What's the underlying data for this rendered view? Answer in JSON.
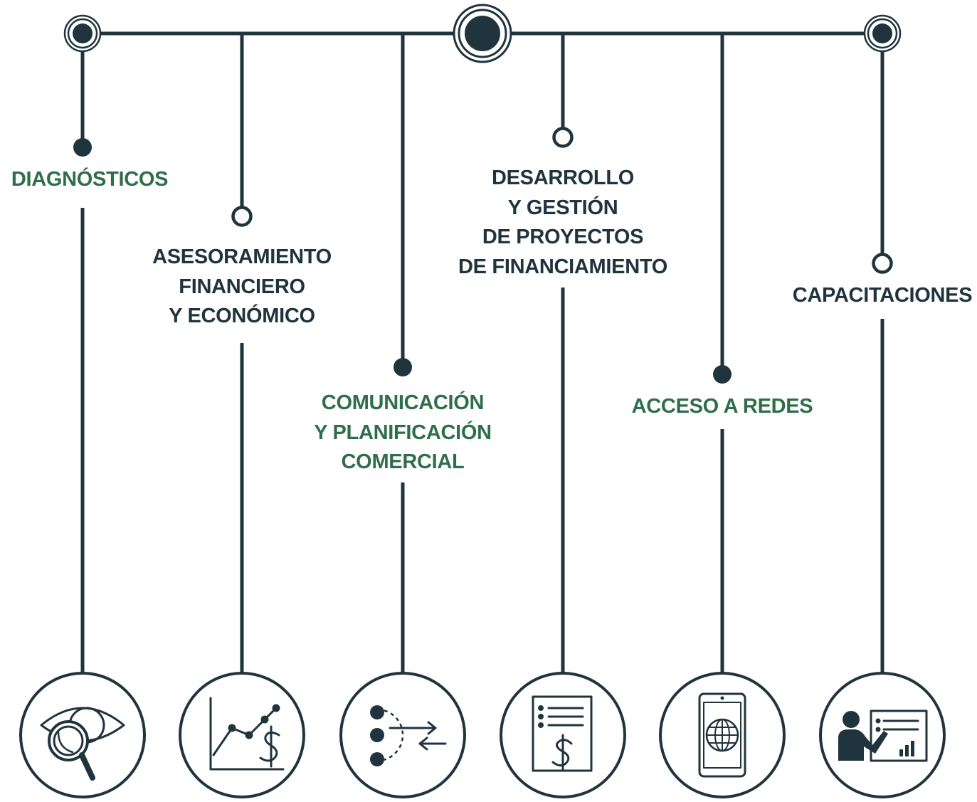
{
  "colors": {
    "line": "#20343d",
    "accent_green": "#2f6e4a",
    "background": "#ffffff"
  },
  "services": [
    {
      "id": "diagnosticos",
      "lines": [
        "DIAGNÓSTICOS"
      ],
      "color": "green",
      "node": "filled",
      "icon": "eye-magnifier-icon"
    },
    {
      "id": "asesoramiento",
      "lines": [
        "ASESORAMIENTO",
        "FINANCIERO",
        "Y ECONÓMICO"
      ],
      "color": "dark",
      "node": "hollow",
      "icon": "growth-chart-dollar-icon"
    },
    {
      "id": "comunicacion",
      "lines": [
        "COMUNICACIÓN",
        "Y PLANIFICACIÓN",
        "COMERCIAL"
      ],
      "color": "green",
      "node": "filled",
      "icon": "communication-flow-icon"
    },
    {
      "id": "desarrollo",
      "lines": [
        "DESARROLLO",
        "Y GESTIÓN",
        "DE PROYECTOS",
        "DE FINANCIAMIENTO"
      ],
      "color": "dark",
      "node": "hollow",
      "icon": "document-dollar-icon"
    },
    {
      "id": "redes",
      "lines": [
        "ACCESO A REDES"
      ],
      "color": "green",
      "node": "filled",
      "icon": "phone-globe-icon"
    },
    {
      "id": "capacitaciones",
      "lines": [
        "CAPACITACIONES"
      ],
      "color": "dark",
      "node": "hollow",
      "icon": "presenter-board-icon"
    }
  ]
}
